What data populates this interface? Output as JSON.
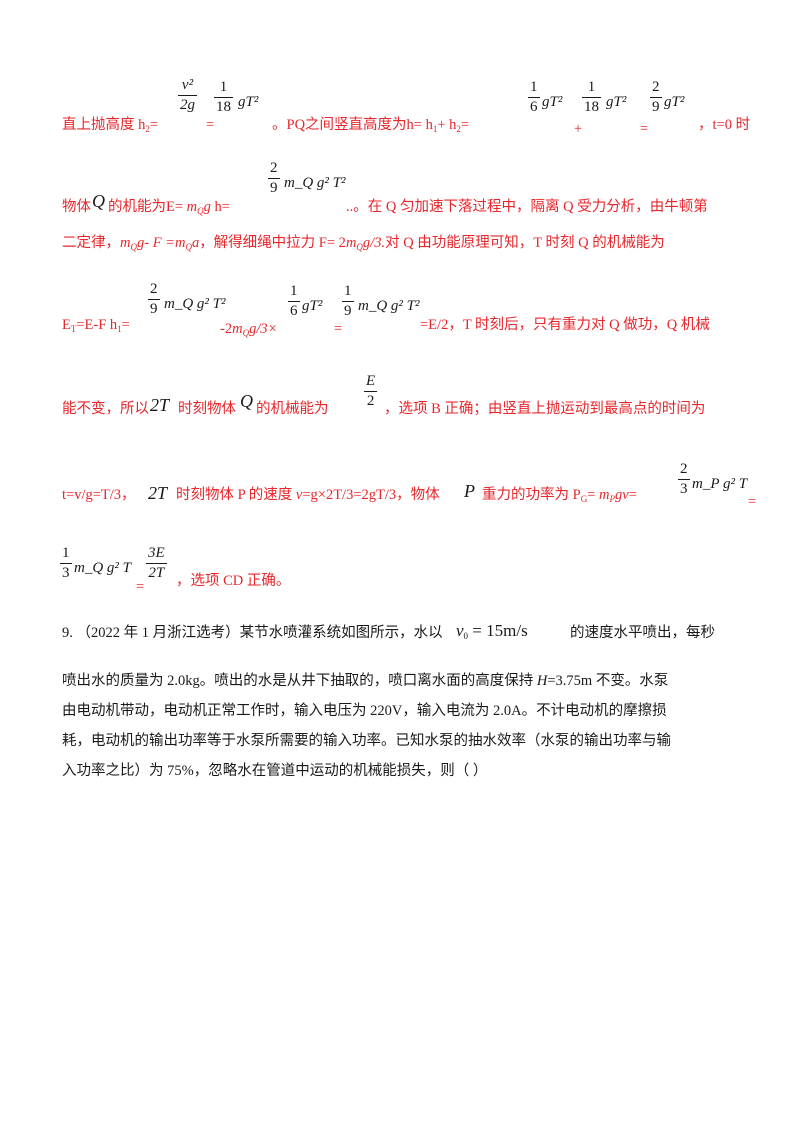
{
  "solution": {
    "l1_a": "直上抛高度 h",
    "l1_sub2": "2",
    "l1_eq": "=",
    "l1_b": "=",
    "l1_c": "。PQ之间竖直高度为h=  h",
    "l1_sub1": "1",
    "l1_d": "+  h",
    "l1_e": "=",
    "l1_plus": "+",
    "l1_eq2": "=",
    "l1_f": "，t=0 时",
    "l2_a": "物体",
    "l2_b": "的机能为E=  ",
    "l2_mq": "m",
    "l2_q": "Q",
    "l2_g": "g",
    "l2_c": "  h=",
    "l2_d": "..。在 Q 匀加速下落过程中，隔离 Q 受力分析，由牛顿第",
    "l3": "二定律，",
    "l3_eq": "m",
    "l3_eq_q": "Q",
    "l3_eq_b": "g-  F  =m",
    "l3_eq_q2": "Q",
    "l3_eq_c": "a",
    "l3_b": "，解得细绳中拉力 F=  2",
    "l3_c": "m",
    "l3_d": "Q",
    "l3_e": "g/3.",
    "l3_f": "对 Q 由功能原理可知，T 时刻 Q 的机械能为",
    "l4_a": "E",
    "l4_subT": "T",
    "l4_b": "=E-F   h",
    "l4_sub1": "1",
    "l4_c": "=",
    "l4_d": "-2",
    "l4_e": "m",
    "l4_f": "Q",
    "l4_g": "g/3×",
    "l4_h": "=",
    "l4_i": "=E/2，T 时刻后，只有重力对 Q 做功，Q 机械",
    "l5_a": "能不变，所以",
    "l5_b": "时刻物体",
    "l5_c": "的机械能为",
    "l5_d": "，选项 B 正确；由竖直上抛运动到最高点的时间为",
    "l6_a": "t=v/g=T/3，",
    "l6_b": "时刻物体 P 的速度 ",
    "l6_c": "v",
    "l6_d": "=g×2T/3=2gT/3，物体",
    "l6_e": "重力的功率为 P",
    "l6_subG": "G",
    "l6_f": "=  ",
    "l6_g": "m",
    "l6_h": "P",
    "l6_i": "gv",
    "l6_j": "=",
    "l6_k": "=",
    "l7_a": "=",
    "l7_b": "，选项 CD 正确。"
  },
  "math": {
    "v2_num": "v²",
    "v2_den": "2g",
    "f1_18": "1",
    "f1_18_den": "18",
    "gT2": "gT²",
    "f1_6": "1",
    "f1_6_den": "6",
    "f2_9": "2",
    "f2_9_den": "9",
    "mQg2T2": "m_Q g² T²",
    "E": "E",
    "two": "2",
    "twoT": "2T",
    "Q": "Q",
    "P": "P",
    "f2_3": "2",
    "f2_3_den": "3",
    "mPg2T": "m_P g² T",
    "f1_3": "1",
    "f1_3_den": "3",
    "mQg2T": "m_Q g² T",
    "threeE": "3E",
    "f1_9": "1",
    "f1_9_den": "9"
  },
  "question": {
    "number": "9.",
    "source": "（2022 年 1 月浙江选考）",
    "p1_a": "某节水喷灌系统如图所示，水以",
    "v0": "v",
    "v0_sub": "0",
    "v0_val": " = 15m/s",
    "p1_b": "的速度水平喷出，每秒",
    "p2": "喷出水的质量为 2.0kg。喷出的水是从井下抽取的，喷口离水面的高度保持 ",
    "H": "H",
    "p2_b": "=3.75m 不变。水泵",
    "p3": "由电动机带动，电动机正常工作时，输入电压为 220V，输入电流为 2.0A。不计电动机的摩擦损",
    "p4": "耗，电动机的输出功率等于水泵所需要的输入功率。已知水泵的抽水效率（水泵的输出功率与输",
    "p5": "入功率之比）为 75%，忽略水在管道中运动的机械能损失，则（        ）"
  }
}
